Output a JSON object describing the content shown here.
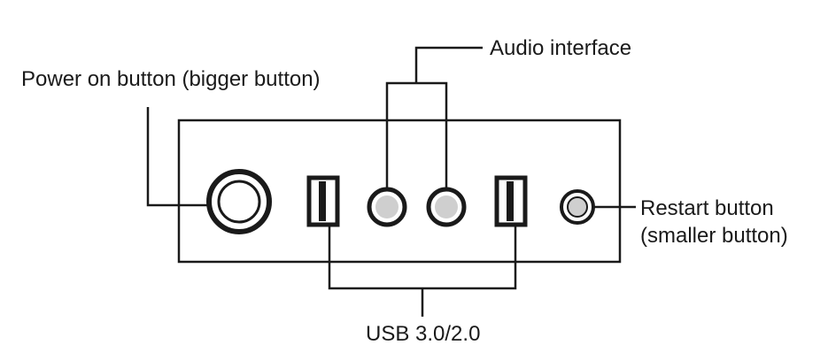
{
  "labels": {
    "power": "Power on button (bigger button)",
    "audio": "Audio interface",
    "restart_line1": "Restart button",
    "restart_line2": "(smaller button)",
    "usb": "USB 3.0/2.0"
  },
  "colors": {
    "stroke": "#1a1a1a",
    "background": "#ffffff",
    "jack_fill": "#cfcfcf"
  }
}
